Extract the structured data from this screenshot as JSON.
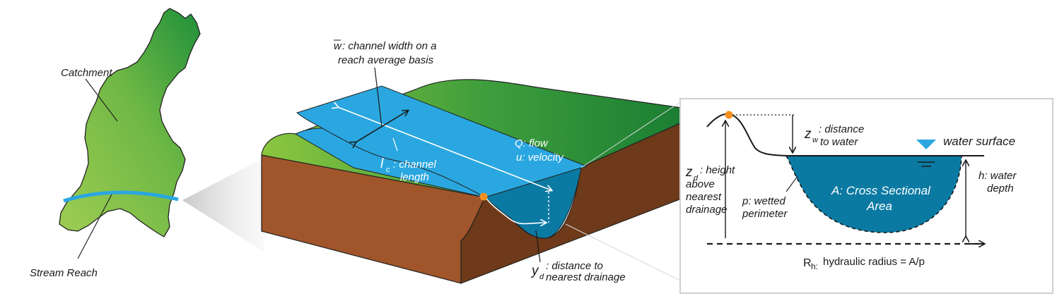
{
  "colors": {
    "catchment_green_light": "#93c64d",
    "catchment_green_dark": "#2f9a3d",
    "water_blue": "#2aa7e0",
    "water_dark": "#0b7aa3",
    "soil_brown": "#a0552a",
    "soil_dark": "#6e3a1a",
    "dot_orange": "#f5901e"
  },
  "catchment": {
    "catchment_label": "Catchment",
    "stream_reach_label": "Stream Reach"
  },
  "channel_block": {
    "w_symbol": "w",
    "w_desc_line1": ": channel width on a",
    "w_desc_line2": "reach average basis",
    "lc_symbol": "l",
    "lc_sub": "c",
    "lc_desc_line1": ": channel",
    "lc_desc_line2": "length",
    "q_label": "Q: flow",
    "u_label": "u: velocity",
    "yd_symbol": "y",
    "yd_sub": "d",
    "yd_desc_line1": ": distance to",
    "yd_desc_line2": "nearest drainage"
  },
  "cross_section": {
    "zw_symbol": "z",
    "zw_sub": "w",
    "zw_desc_line1": ": distance",
    "zw_desc_line2": "to water",
    "water_surface_label": "water surface",
    "zd_symbol": "z",
    "zd_sub": "d",
    "zd_desc_line1": ": height",
    "zd_desc_line2": "above",
    "zd_desc_line3": "nearest",
    "zd_desc_line4": "drainage",
    "h_desc_line1": "h: water",
    "h_desc_line2": "depth",
    "p_desc_line1": "p: wetted",
    "p_desc_line2": "perimeter",
    "area_line1": "A: Cross Sectional",
    "area_line2": "Area",
    "rh_symbol": "R",
    "rh_sub": "h:",
    "rh_desc": "hydraulic radius = A/p"
  }
}
